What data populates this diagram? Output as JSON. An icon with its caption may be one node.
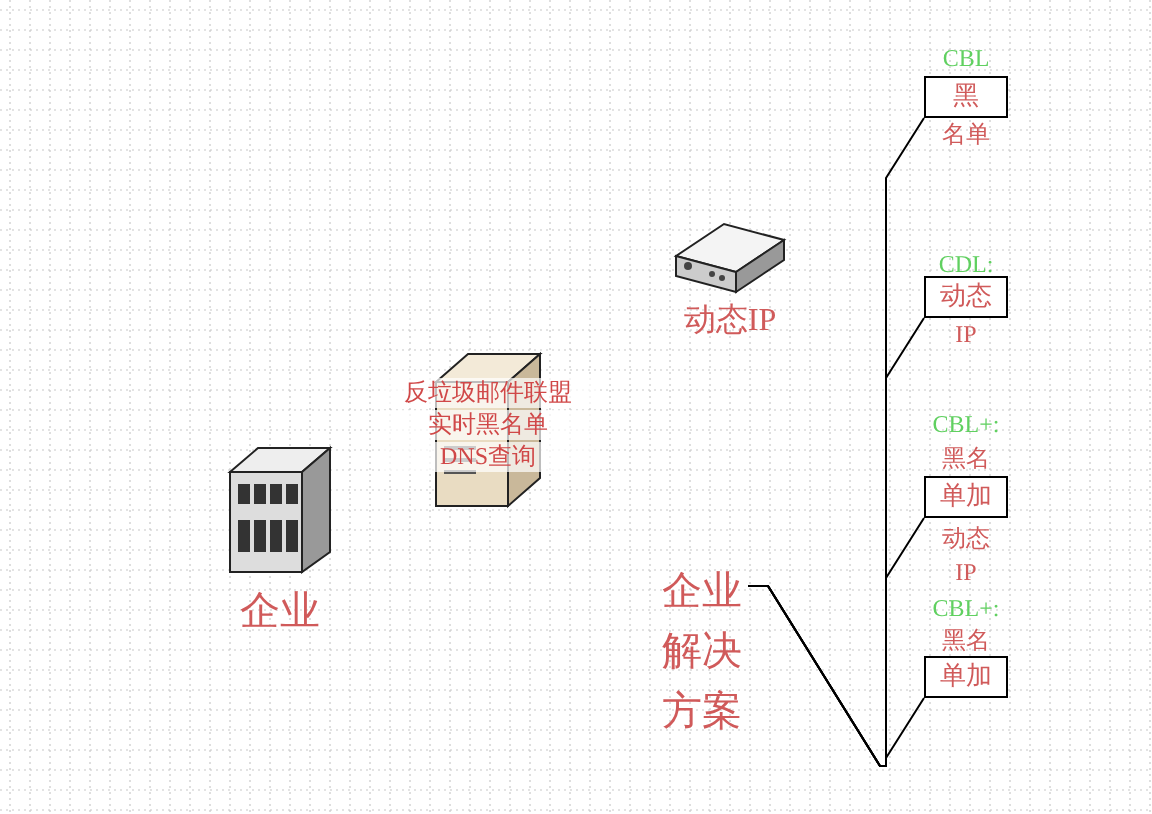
{
  "diagram": {
    "nodes": [
      {
        "text": [
          "企业"
        ]
      },
      {
        "text": [
          "反垃圾邮件联盟",
          "实时黑名单",
          "DNS查询"
        ]
      },
      {
        "text": [
          "动态IP"
        ]
      },
      {
        "text": [
          "企业解决方案"
        ]
      },
      {
        "text": [
          "黑"
        ]
      },
      {
        "text": [
          "动态"
        ]
      },
      {
        "text": [
          "单加"
        ]
      },
      {
        "text": [
          "单加"
        ]
      }
    ],
    "edges": [
      {
        "from": 3,
        "to": 4,
        "arrow": "none"
      },
      {
        "from": 3,
        "to": 5,
        "arrow": "none"
      },
      {
        "from": 3,
        "to": 6,
        "arrow": "none"
      },
      {
        "from": 3,
        "to": 7,
        "arrow": "none"
      }
    ],
    "labels": [
      "CBL",
      "名单",
      "CDL:",
      "IP",
      "CBL+:",
      "黑名",
      "动态",
      "IP",
      "CBL+:",
      "黑名"
    ]
  }
}
